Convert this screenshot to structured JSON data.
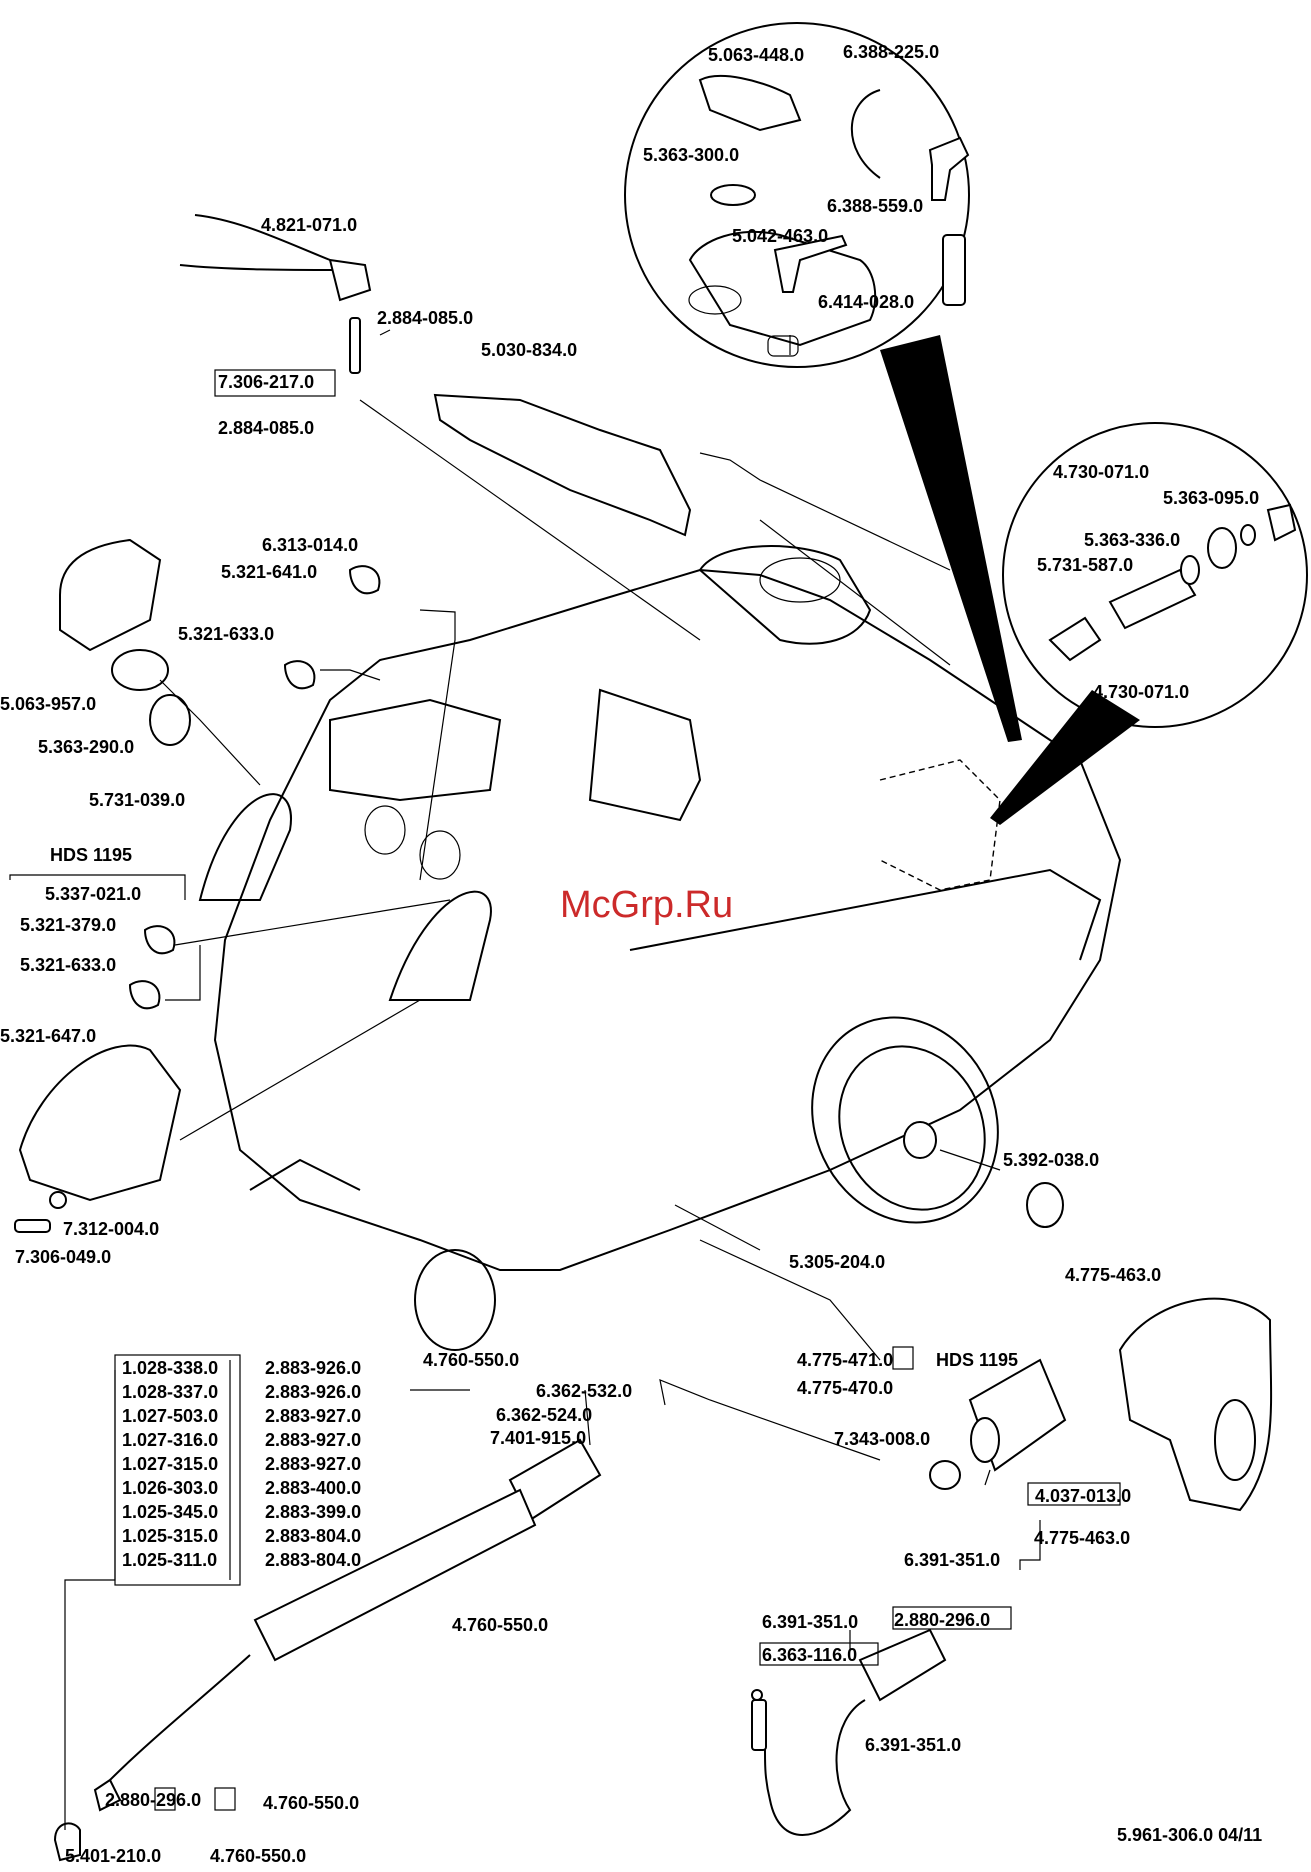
{
  "labels": [
    "5.063-448.0",
    "6.388-225.0",
    "5.363-300.0",
    "6.388-559.0",
    "5.042-463.0",
    "6.414-028.0",
    "4.821-071.0",
    "2.884-085.0",
    "7.306-217.0",
    "2.884-085.0",
    "5.030-834.0",
    "4.730-071.0",
    "5.363-095.0",
    "5.363-336.0",
    "5.731-587.0",
    "4.730-071.0",
    "6.313-014.0",
    "5.321-641.0",
    "5.321-633.0",
    "5.063-957.0",
    "5.363-290.0",
    "5.731-039.0",
    "HDS 1195",
    "5.337-021.0",
    "5.321-379.0",
    "5.321-633.0",
    "5.321-647.0",
    "5.392-038.0",
    "7.312-004.0",
    "7.306-049.0",
    "5.305-204.0",
    "4.775-463.0",
    "1.028-338.0",
    "2.883-926.0",
    "1.028-337.0",
    "2.883-926.0",
    "1.027-503.0",
    "2.883-927.0",
    "1.027-316.0",
    "2.883-927.0",
    "1.027-315.0",
    "2.883-927.0",
    "1.026-303.0",
    "2.883-400.0",
    "1.025-345.0",
    "2.883-399.0",
    "1.025-315.0",
    "2.883-804.0",
    "1.025-311.0",
    "2.883-804.0",
    "4.760-550.0",
    "6.362-532.0",
    "6.362-524.0",
    "7.401-915.0",
    "4.775-471.0",
    "HDS 1195",
    "4.775-470.0",
    "7.343-008.0",
    "4.037-013.0",
    "4.775-463.0",
    "4.760-550.0",
    "6.391-351.0",
    "6.391-351.0",
    "2.880-296.0",
    "6.363-116.0",
    "6.391-351.0",
    "2.880-296.0",
    "4.760-550.0",
    "5.401-210.0",
    "4.760-550.0",
    "5.961-306.0  04/11"
  ],
  "watermark": "McGrp.Ru"
}
